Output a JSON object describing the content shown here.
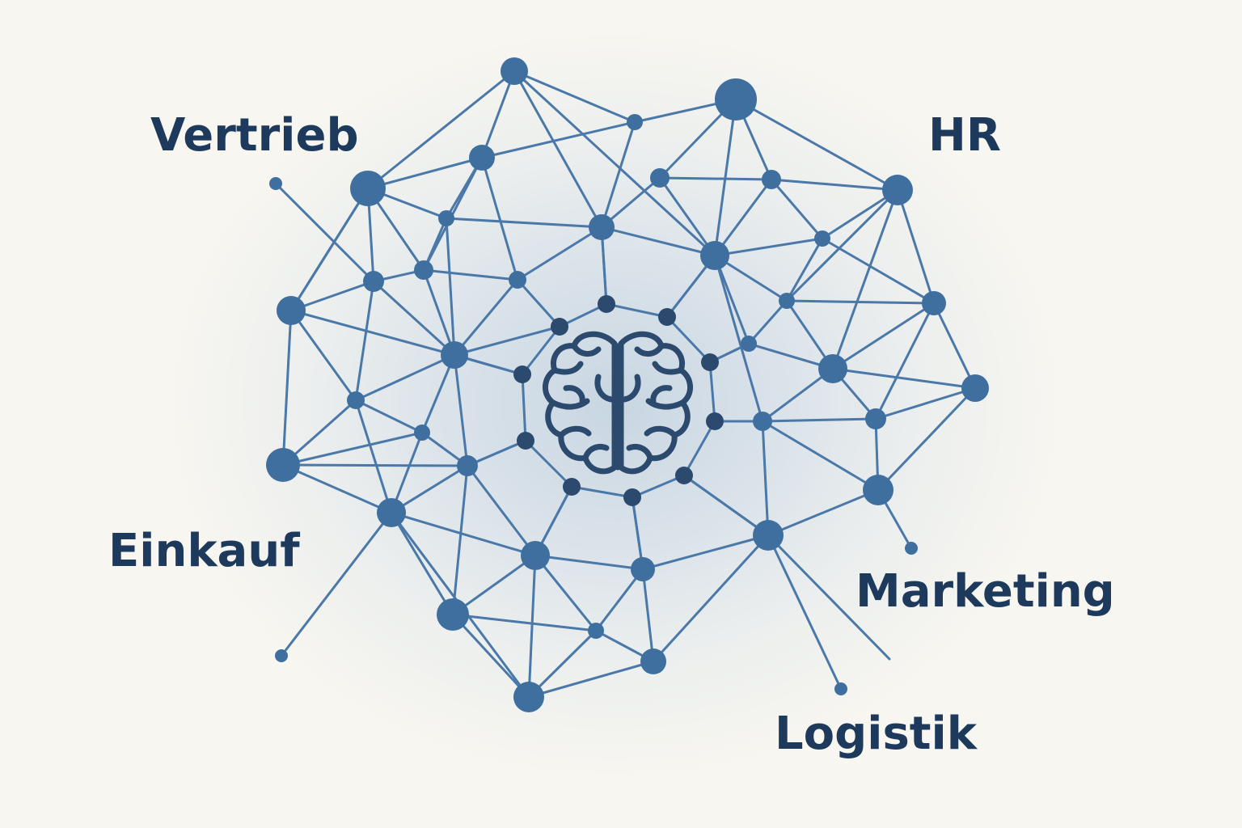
{
  "departments": {
    "vertrieb": "Vertrieb",
    "hr": "HR",
    "einkauf": "Einkauf",
    "marketing": "Marketing",
    "logistik": "Logistik"
  },
  "center_icon": "brain-icon",
  "colors": {
    "label_text": "#1d3a5c",
    "outer_node": "#3f6f9f",
    "inner_node": "#2b4a6e",
    "edge": "#4a78a8",
    "brain_stroke": "#2b4a6e",
    "background": "#f8f6f0"
  }
}
